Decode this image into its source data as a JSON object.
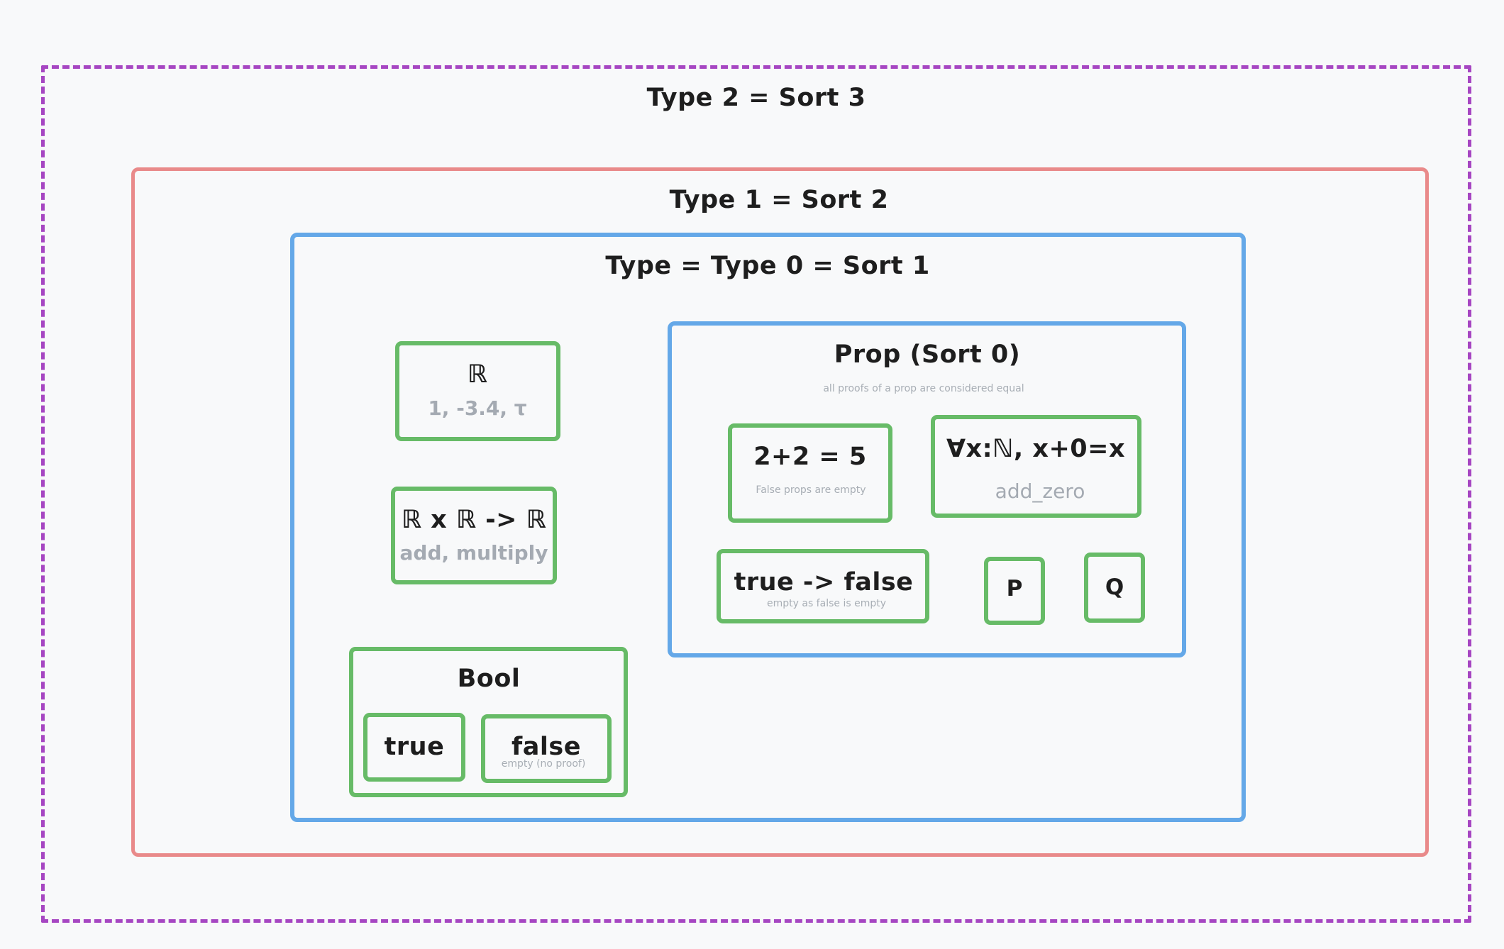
{
  "universes": {
    "type2": {
      "title": "Type 2 = Sort 3"
    },
    "type1": {
      "title": "Type 1 = Sort 2"
    },
    "type0": {
      "title": "Type = Type 0 = Sort 1"
    }
  },
  "types": {
    "reals": {
      "title": "ℝ",
      "examples": "1, -3.4, τ"
    },
    "binop": {
      "title": "ℝ x ℝ -> ℝ",
      "examples": "add, multiply"
    },
    "bool": {
      "title": "Bool",
      "true_label": "true",
      "false_label": "false",
      "false_note": "empty (no proof)"
    }
  },
  "prop": {
    "title": "Prop (Sort 0)",
    "note": "all proofs of a prop are considered equal",
    "false_eq": {
      "title": "2+2 = 5",
      "note": "False props are empty"
    },
    "forall": {
      "title": "∀x:ℕ, x+0=x",
      "proof": "add_zero"
    },
    "implication": {
      "title": "true -> false",
      "note": "empty as false is empty"
    },
    "p": {
      "title": "P"
    },
    "q": {
      "title": "Q"
    }
  },
  "colors": {
    "sort3_border": "#a646c2",
    "sort2_border": "#e98a8a",
    "sort1_border": "#64a8e8",
    "term_border": "#67bb67",
    "muted_text": "#a4aab2",
    "background": "#f8f9fa"
  }
}
